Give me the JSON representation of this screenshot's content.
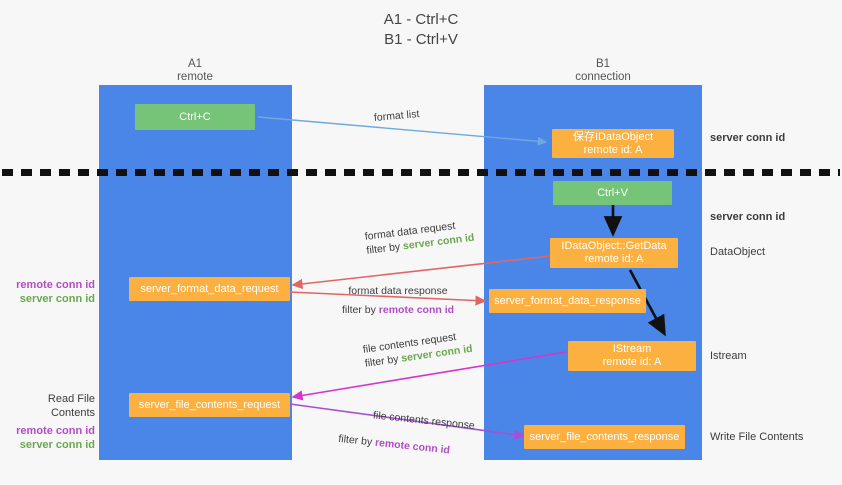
{
  "title": {
    "line1": "A1 - Ctrl+C",
    "line2": "B1 - Ctrl+V"
  },
  "columns": [
    {
      "name": "A1",
      "sub": "remote"
    },
    {
      "name": "B1",
      "sub": "connection"
    }
  ],
  "nodes": {
    "ctrl_c": {
      "label": "Ctrl+C",
      "color": "#76c478"
    },
    "save_idataobject": {
      "line1": "保存IDataObject",
      "line2": "remote id: A",
      "color": "#fbb040"
    },
    "ctrl_v": {
      "label": "Ctrl+V",
      "color": "#76c478"
    },
    "getdata": {
      "line1": "IDataObject::GetData",
      "line2": "remote id: A",
      "color": "#fbb040"
    },
    "format_data_request": {
      "label": "server_format_data_request",
      "color": "#fbb040"
    },
    "format_data_response": {
      "label": "server_format_data_response",
      "color": "#fbb040"
    },
    "istream": {
      "line1": "IStream",
      "line2": "remote id: A",
      "color": "#fbb040"
    },
    "file_contents_request": {
      "label": "server_file_contents_request",
      "color": "#fbb040"
    },
    "file_contents_response": {
      "label": "server_file_contents_response",
      "color": "#fbb040"
    }
  },
  "edges": {
    "format_list": {
      "label": "format list"
    },
    "format_data_request": {
      "line1": "format data request",
      "line2_prefix": "filter by ",
      "line2_value": "server conn id"
    },
    "format_data_response": {
      "line1": "format data response",
      "line2_prefix": "filter by ",
      "line2_value": "remote conn id"
    },
    "file_contents_request": {
      "line1": "file contents request",
      "line2_prefix": "filter by ",
      "line2_value": "server conn id"
    },
    "file_contents_response": {
      "line1": "file contents response",
      "line2_prefix": "filter by ",
      "line2_value": "remote conn id"
    }
  },
  "left_annotations": {
    "format_block": {
      "remote": "remote conn id",
      "server": "server conn id"
    },
    "file_block": {
      "title": "Read File Contents",
      "remote": "remote conn id",
      "server": "server conn id"
    }
  },
  "right_labels": {
    "server_conn_id_top": "server conn id",
    "server_conn_id_mid": "server conn id",
    "dataobject": "DataObject",
    "istream": "Istream",
    "write_file_contents": "Write File Contents"
  },
  "colors": {
    "lane": "#4a86e8",
    "green_node": "#76c478",
    "orange_node": "#fbb040",
    "green_text": "#6aa84f",
    "purple_text": "#b14ec4",
    "arrow_blue": "#6fa8dc",
    "arrow_red": "#e06666",
    "arrow_magenta": "#d636c8",
    "arrow_purple": "#a64fd6",
    "arrow_black": "#111111",
    "divider": "#111111",
    "background": "#f7f7f7"
  }
}
